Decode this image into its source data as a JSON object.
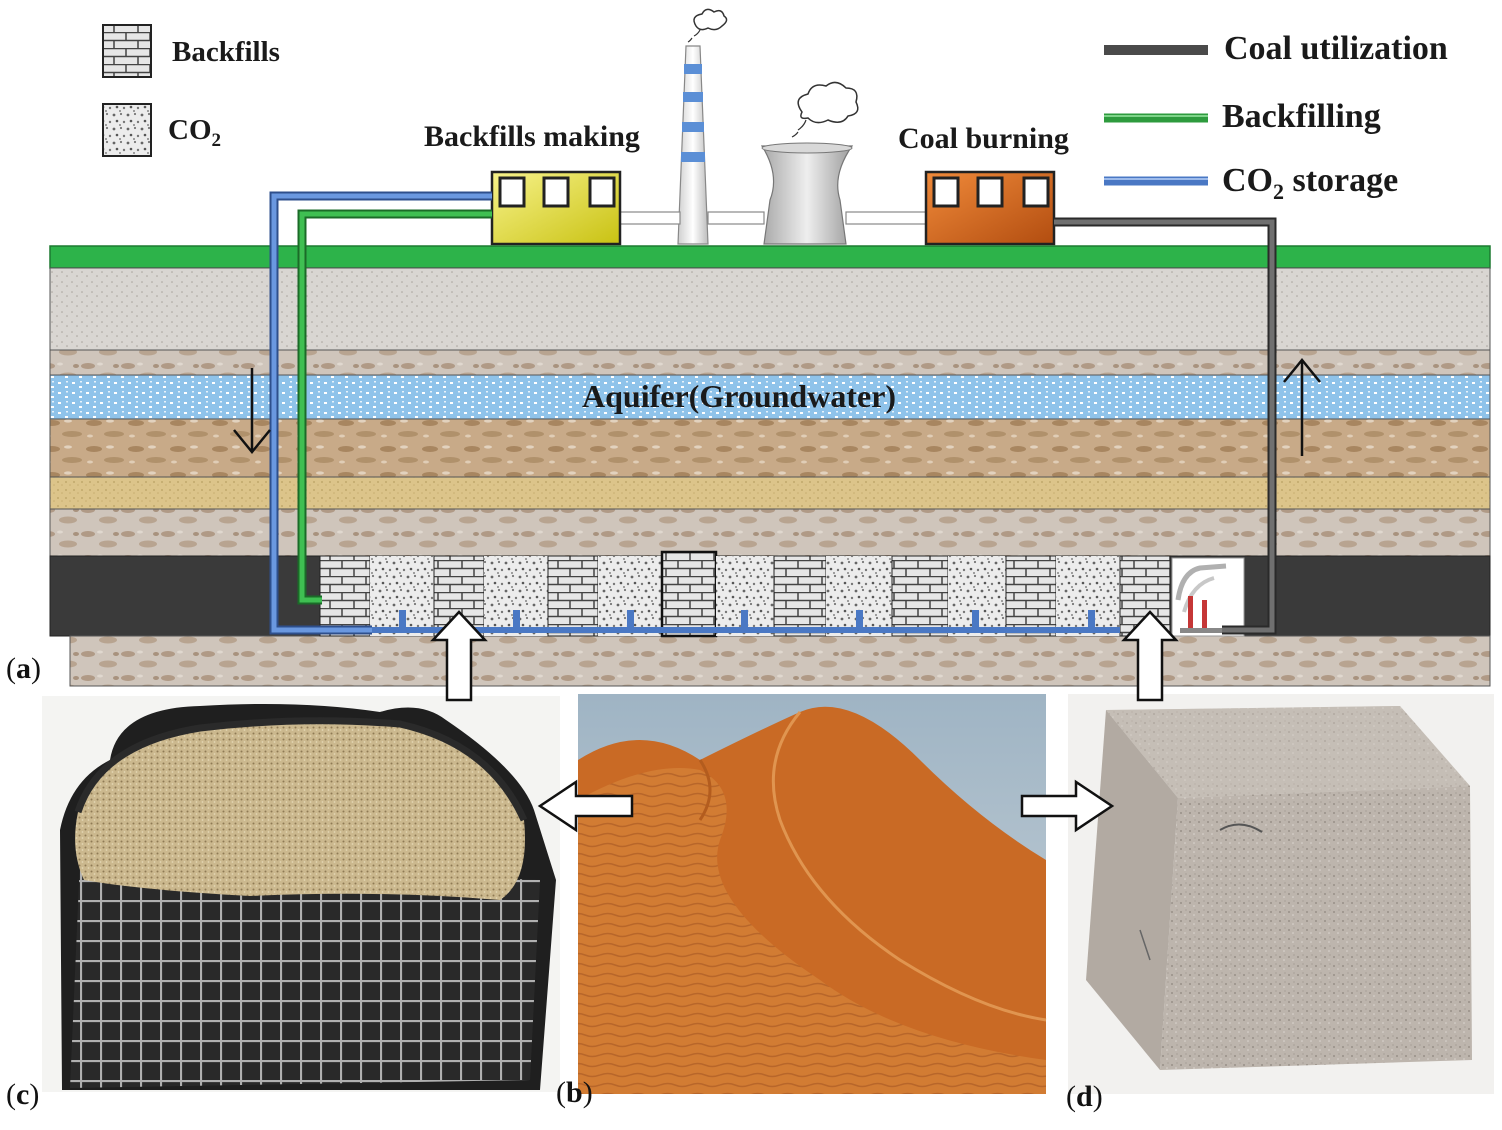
{
  "legend": {
    "backfills": "Backfills",
    "co2_label": "CO",
    "co2_sub": "2",
    "coal_utilization": "Coal utilization",
    "backfilling": "Backfilling",
    "co2_storage_prefix": "CO",
    "co2_storage_sub": "2",
    "co2_storage_suffix": " storage"
  },
  "labels": {
    "backfills_making": "Backfills making",
    "coal_burning": "Coal burning",
    "aquifer": "Aquifer(Groundwater)"
  },
  "panels": {
    "a": "a",
    "b": "b",
    "c": "c",
    "d": "d"
  },
  "colors": {
    "coal_utilization_line": "#4a4a4a",
    "backfilling_line": "#2e9b3e",
    "co2_storage_line": "#4a78c4",
    "surface_green": "#2db34a",
    "coal_seam": "#3a3a3a",
    "sand": "#d7803a"
  }
}
